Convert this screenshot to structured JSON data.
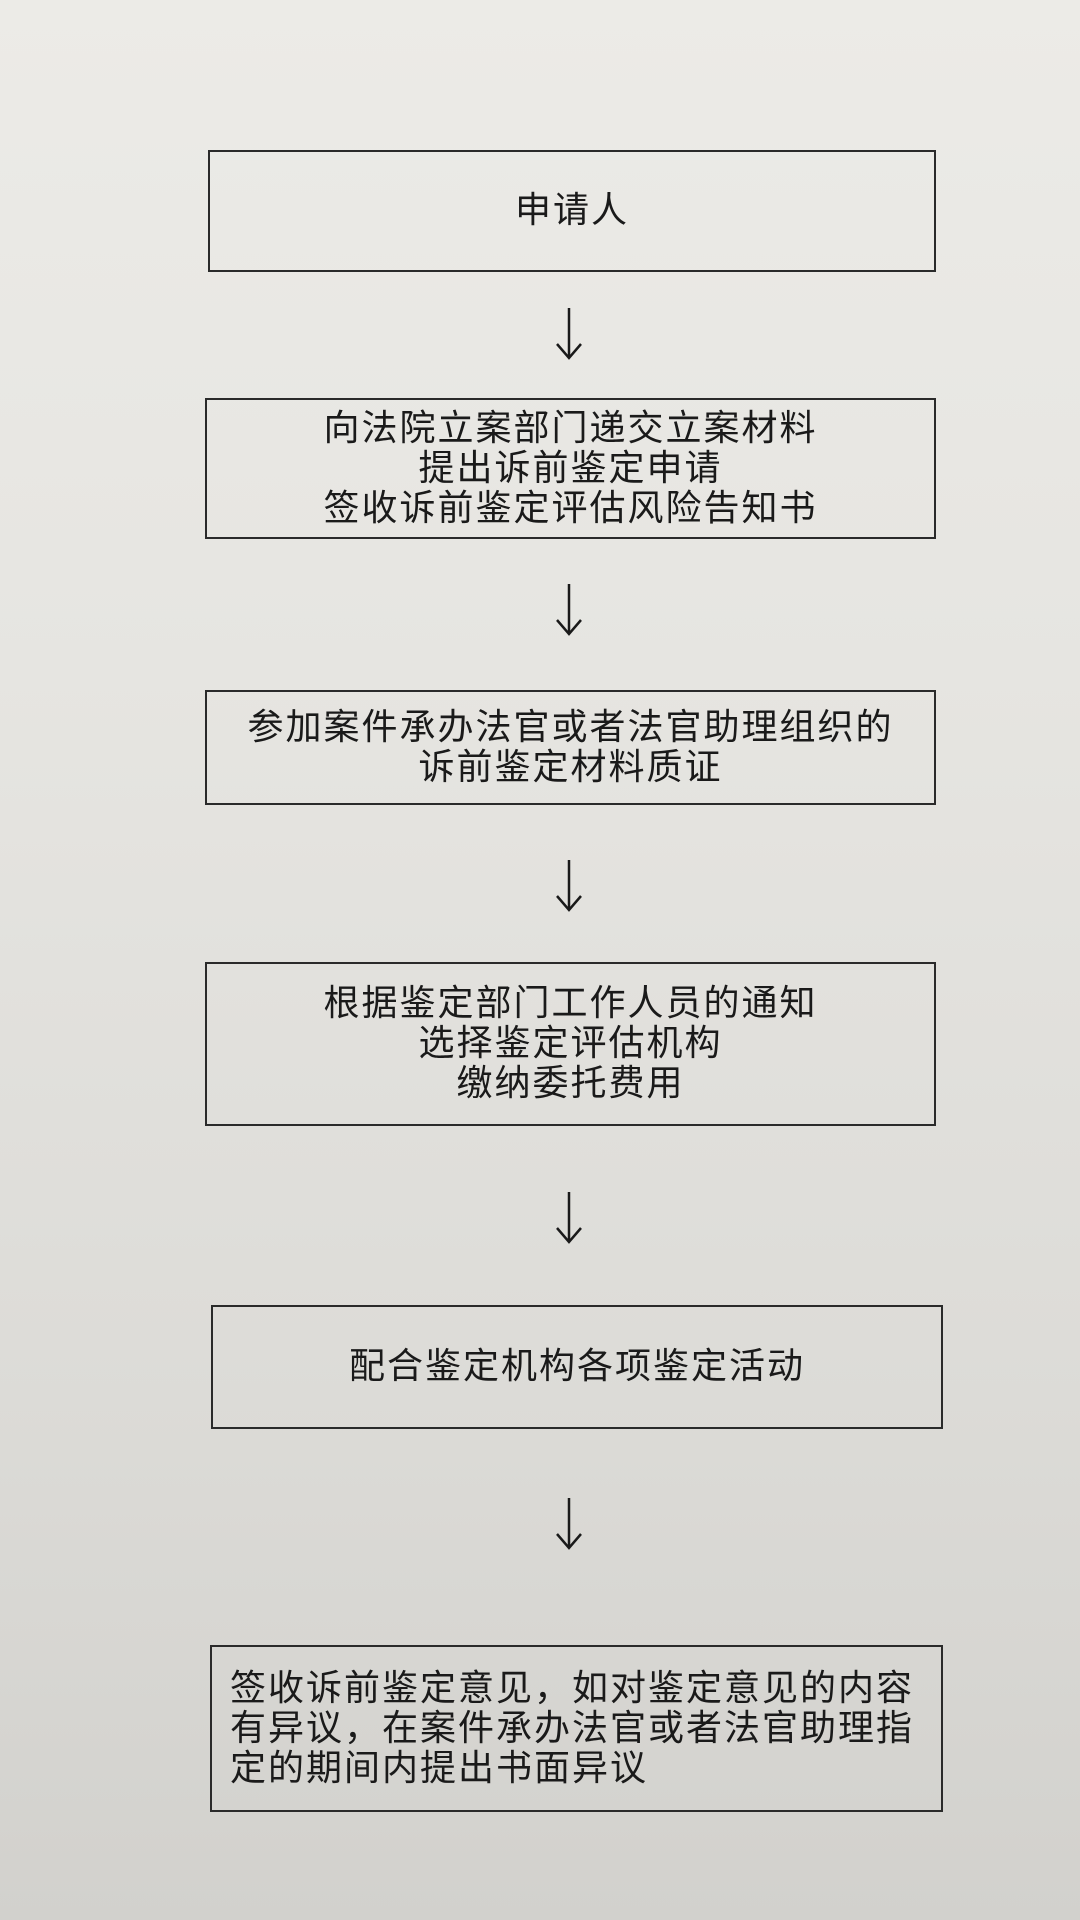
{
  "flowchart": {
    "steps": [
      {
        "lines": [
          "申请人"
        ]
      },
      {
        "lines": [
          "向法院立案部门递交立案材料",
          "提出诉前鉴定申请",
          "签收诉前鉴定评估风险告知书"
        ]
      },
      {
        "lines": [
          "参加案件承办法官或者法官助理组织的",
          "诉前鉴定材料质证"
        ]
      },
      {
        "lines": [
          "根据鉴定部门工作人员的通知",
          "选择鉴定评估机构",
          "缴纳委托费用"
        ]
      },
      {
        "lines": [
          "配合鉴定机构各项鉴定活动"
        ]
      },
      {
        "lines": [
          "签收诉前鉴定意见，如对鉴定意见的内容",
          "有异议，在案件承办法官或者法官助理指",
          "定的期间内提出书面异议"
        ]
      }
    ]
  }
}
